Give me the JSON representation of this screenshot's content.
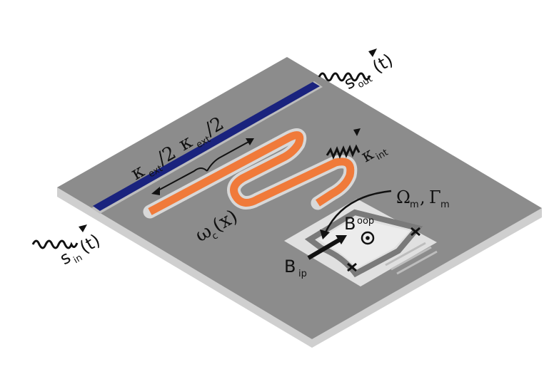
{
  "labels": {
    "kappa_ext_left": "κ",
    "kappa_ext_left_sub": "ext",
    "kappa_ext_left_tail": "/2",
    "kappa_ext_right": "κ",
    "kappa_ext_right_sub": "ext",
    "kappa_ext_right_tail": "/2",
    "kappa_int": "κ",
    "kappa_int_sub": "int",
    "s_out": "s",
    "s_out_sub": "out",
    "s_out_arg": "(t)",
    "s_in": "s",
    "s_in_sub": "in",
    "s_in_arg": "(t)",
    "omega_c": "ω",
    "omega_c_sub": "c",
    "omega_c_arg": "(x)",
    "Omega_m": "Ω",
    "Omega_m_sub": "m",
    "comma": ",",
    "Gamma_m": "Γ",
    "Gamma_m_sub": "m",
    "B_oop": "B",
    "B_oop_sub": "oop",
    "B_ip": "B",
    "B_ip_sub": "ip"
  },
  "colors": {
    "substrate_top": "#8c8c8c",
    "substrate_edge": "#cfcfcf",
    "feedline": "#1a237e",
    "resonator": "#f07a3a",
    "resonator_gap": "#d8d8d8",
    "membrane_window": "#d9d9d9"
  }
}
